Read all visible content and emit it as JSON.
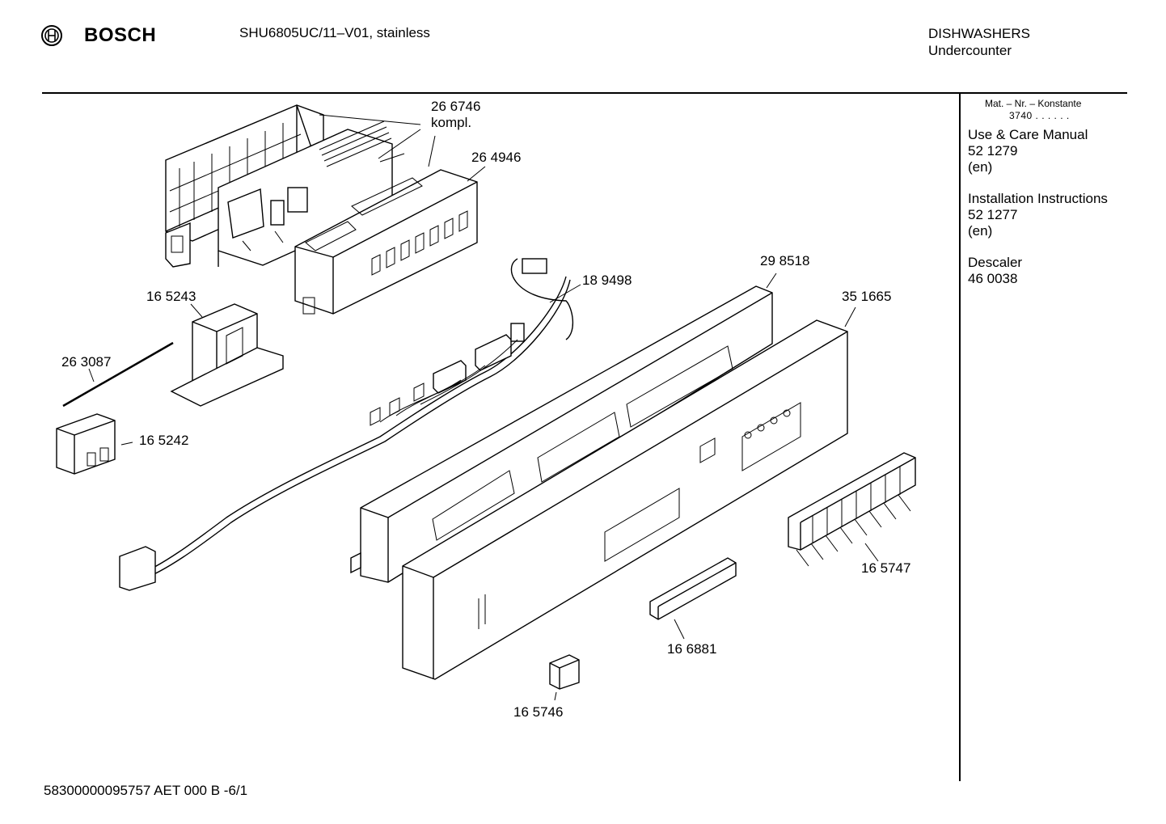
{
  "header": {
    "brand": "BOSCH",
    "model": "SHU6805UC/11–V01, stainless",
    "category_line1": "DISHWASHERS",
    "category_line2": "Undercounter"
  },
  "sidebar": {
    "mat_header": "Mat. – Nr. – Konstante",
    "mat_value": "3740  .  .   .  .  .  .",
    "docs": [
      {
        "title": "Use & Care Manual",
        "number": "52 1279",
        "lang": "(en)"
      },
      {
        "title": "Installation Instructions",
        "number": "52 1277",
        "lang": "(en)"
      },
      {
        "title": "Descaler",
        "number": "46 0038"
      }
    ]
  },
  "parts": [
    {
      "id": "266746",
      "label": "26 6746",
      "sub": "kompl."
    },
    {
      "id": "264946",
      "label": "26 4946"
    },
    {
      "id": "189498",
      "label": "18 9498"
    },
    {
      "id": "298518",
      "label": "29 8518"
    },
    {
      "id": "351665",
      "label": "35 1665"
    },
    {
      "id": "165243",
      "label": "16 5243"
    },
    {
      "id": "263087",
      "label": "26 3087"
    },
    {
      "id": "165242",
      "label": "16 5242"
    },
    {
      "id": "165747",
      "label": "16 5747"
    },
    {
      "id": "166881",
      "label": "16 6881"
    },
    {
      "id": "165746",
      "label": "16 5746"
    }
  ],
  "footer": {
    "code": "58300000095757 AET 000 B  -6/1"
  }
}
